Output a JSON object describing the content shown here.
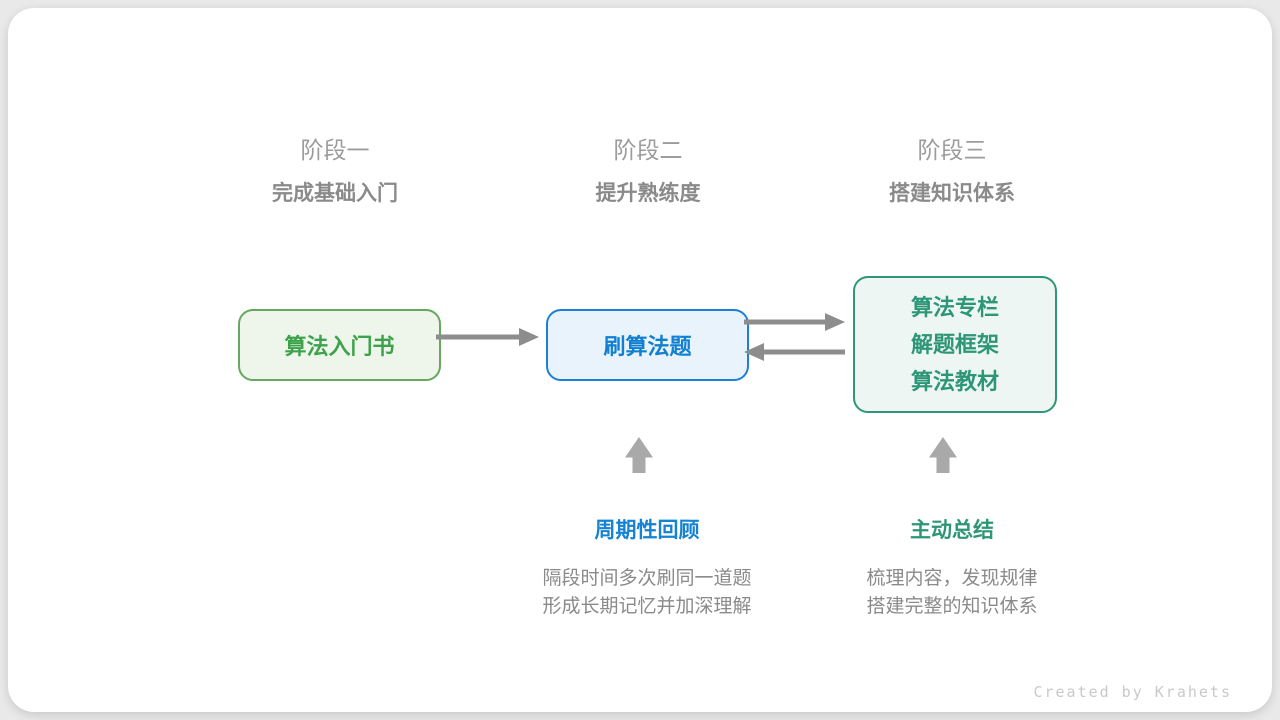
{
  "stages": [
    {
      "label": "阶段一",
      "subtitle": "完成基础入门"
    },
    {
      "label": "阶段二",
      "subtitle": "提升熟练度"
    },
    {
      "label": "阶段三",
      "subtitle": "搭建知识体系"
    }
  ],
  "nodes": [
    {
      "title": "算法入门书",
      "border_color": "#67a75f",
      "bg_color": "#eef6eb",
      "text_color": "#3da24b"
    },
    {
      "title": "刷算法题",
      "border_color": "#1c80d6",
      "bg_color": "#e9f3fc",
      "text_color": "#1180d0"
    },
    {
      "lines": [
        "算法专栏",
        "解题框架",
        "算法教材"
      ],
      "border_color": "#30967a",
      "bg_color": "#edf6f2",
      "text_color": "#2d9677"
    }
  ],
  "annotations": [
    {
      "title": "周期性回顾",
      "title_color": "#1583d2",
      "desc_line1": "隔段时间多次刷同一道题",
      "desc_line2": "形成长期记忆并加深理解"
    },
    {
      "title": "主动总结",
      "title_color": "#2d9677",
      "desc_line1": "梳理内容，发现规律",
      "desc_line2": "搭建完整的知识体系"
    }
  ],
  "arrows": {
    "flow_color": "#8d8d8d",
    "up_color": "#a9a9a9"
  },
  "footer": {
    "credit": "Created by Krahets"
  },
  "colors": {
    "page_bg": "#e9e9e9",
    "card_bg": "#ffffff",
    "stage_label": "#9c9c9c",
    "stage_subtitle": "#8a8a8a",
    "desc_text": "#8a8a8a",
    "credit_text": "#c9c9c9"
  }
}
